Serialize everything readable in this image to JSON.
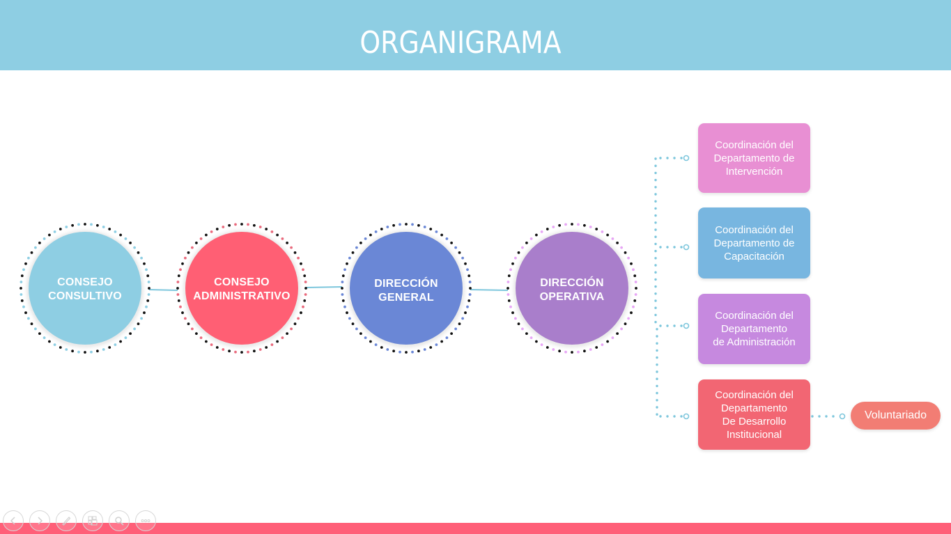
{
  "header": {
    "title": "ORGANIGRAMA"
  },
  "colors": {
    "header_bg": "#8ecee3",
    "footer_bar": "#ff5f78",
    "connector": "#7cc6dc"
  },
  "nodes": [
    {
      "id": "consejo-consultivo",
      "label": "CONSEJO\nCONSULTIVO",
      "line1": "CONSEJO",
      "line2": "CONSULTIVO",
      "color": "#8ecee3",
      "dot_color": "#8ecee3"
    },
    {
      "id": "consejo-administrativo",
      "label": "CONSEJO\nADMINISTRATIVO",
      "line1": "CONSEJO",
      "line2": "ADMINISTRATIVO",
      "color": "#ff5f74",
      "dot_color": "#e96a7d"
    },
    {
      "id": "direccion-general",
      "label": "DIRECCIÓN\nGENERAL",
      "line1": "DIRECCIÓN",
      "line2": "GENERAL",
      "color": "#6a87d6",
      "dot_color": "#6a87d6"
    },
    {
      "id": "direccion-operativa",
      "label": "DIRECCIÓN\nOPERATIVA",
      "line1": "DIRECCIÓN",
      "line2": "OPERATIVA",
      "color": "#a97ecb",
      "dot_color": "#e7a6f5"
    }
  ],
  "departments": [
    {
      "id": "intervencion",
      "label": "Coordinación del\nDepartamento de\nIntervención",
      "color": "#e88fd3"
    },
    {
      "id": "capacitacion",
      "label": "Coordinación del\nDepartamento de\nCapacitación",
      "color": "#78b6e0"
    },
    {
      "id": "administracion",
      "label": "Coordinación del\nDepartamento\nde Administración",
      "color": "#c689df"
    },
    {
      "id": "desarrollo-institucional",
      "label": "Coordinación del\nDepartamento\nDe Desarrollo\nInstitucional",
      "color": "#f26673"
    }
  ],
  "sub_unit": {
    "label": "Voluntariado",
    "color": "#f27d74"
  },
  "nav_controls": [
    {
      "id": "previous",
      "icon": "chevron-left-icon"
    },
    {
      "id": "next",
      "icon": "chevron-right-icon"
    },
    {
      "id": "pen",
      "icon": "pen-icon"
    },
    {
      "id": "slides",
      "icon": "slides-grid-icon"
    },
    {
      "id": "zoom",
      "icon": "magnifier-icon"
    },
    {
      "id": "more",
      "icon": "more-icon"
    }
  ]
}
